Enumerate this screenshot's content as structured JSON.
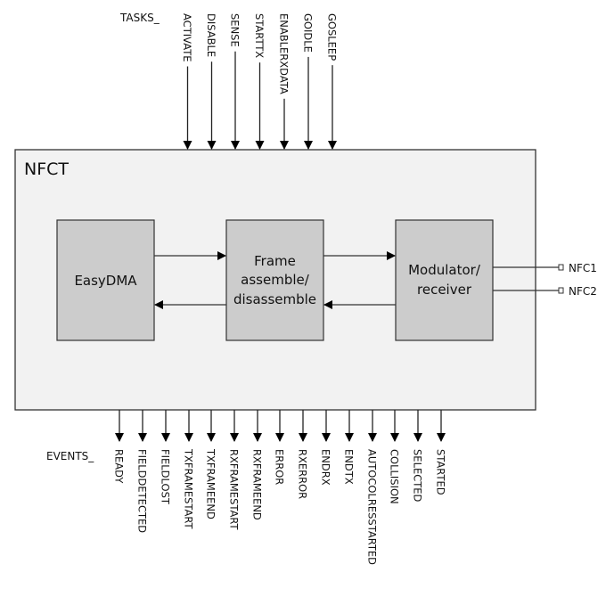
{
  "diagram": {
    "block_name": "NFCT",
    "tasks_prefix": "TASKS_",
    "events_prefix": "EVENTS_",
    "tasks": [
      "ACTIVATE",
      "DISABLE",
      "SENSE",
      "STARTTX",
      "ENABLERXDATA",
      "GOIDLE",
      "GOSLEEP"
    ],
    "events": [
      "READY",
      "FIELDDETECTED",
      "FIELDLOST",
      "TXFRAMESTART",
      "TXFRAMEEND",
      "RXFRAMESTART",
      "RXFRAMEEND",
      "ERROR",
      "RXERROR",
      "ENDRX",
      "ENDTX",
      "AUTOCOLRESSTARTED",
      "COLLISION",
      "SELECTED",
      "STARTED"
    ],
    "blocks": [
      {
        "id": "easydma",
        "lines": [
          "EasyDMA"
        ]
      },
      {
        "id": "frame",
        "lines": [
          "Frame",
          "assemble/",
          "disassemble"
        ]
      },
      {
        "id": "modulator",
        "lines": [
          "Modulator/",
          "receiver"
        ]
      }
    ],
    "pins": [
      "NFC1",
      "NFC2"
    ],
    "colors": {
      "outer_fill": "#f2f2f2",
      "block_fill": "#cccccc",
      "stroke": "#333333"
    }
  }
}
